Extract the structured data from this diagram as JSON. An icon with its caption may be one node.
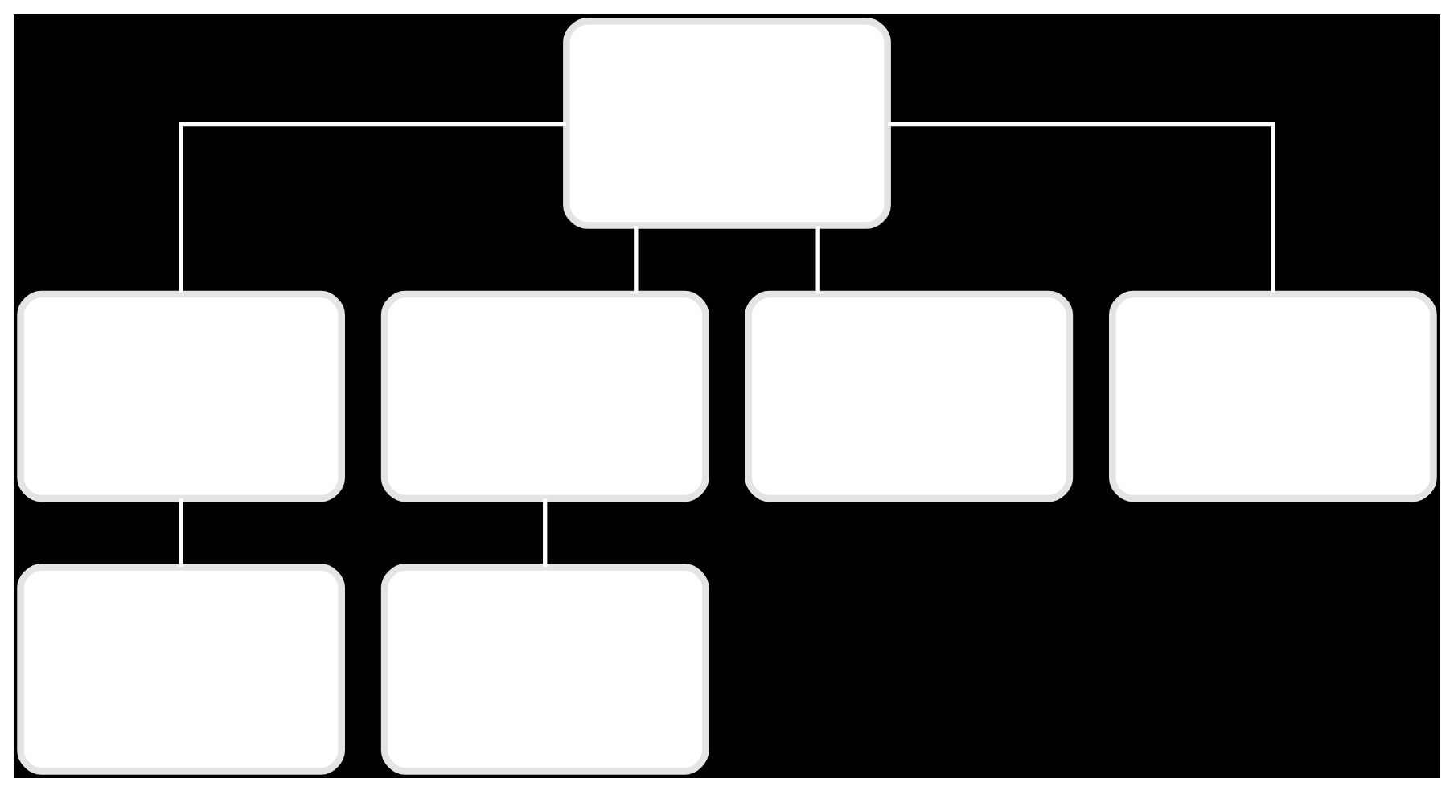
{
  "diagram": {
    "nodes": [
      {
        "text": [],
        "shape": "box"
      },
      {
        "text": [],
        "shape": "box"
      },
      {
        "text": [],
        "shape": "box"
      },
      {
        "text": [],
        "shape": "box"
      },
      {
        "text": [],
        "shape": "box"
      },
      {
        "text": [],
        "shape": "box"
      },
      {
        "text": [],
        "shape": "box"
      }
    ],
    "edges": [
      {
        "from": 0,
        "to": 1,
        "arrow": "none"
      },
      {
        "from": 0,
        "to": 2,
        "arrow": "none"
      },
      {
        "from": 0,
        "to": 3,
        "arrow": "none"
      },
      {
        "from": 0,
        "to": 4,
        "arrow": "none"
      },
      {
        "from": 1,
        "to": 5,
        "arrow": "none"
      },
      {
        "from": 2,
        "to": 6,
        "arrow": "none"
      }
    ]
  }
}
